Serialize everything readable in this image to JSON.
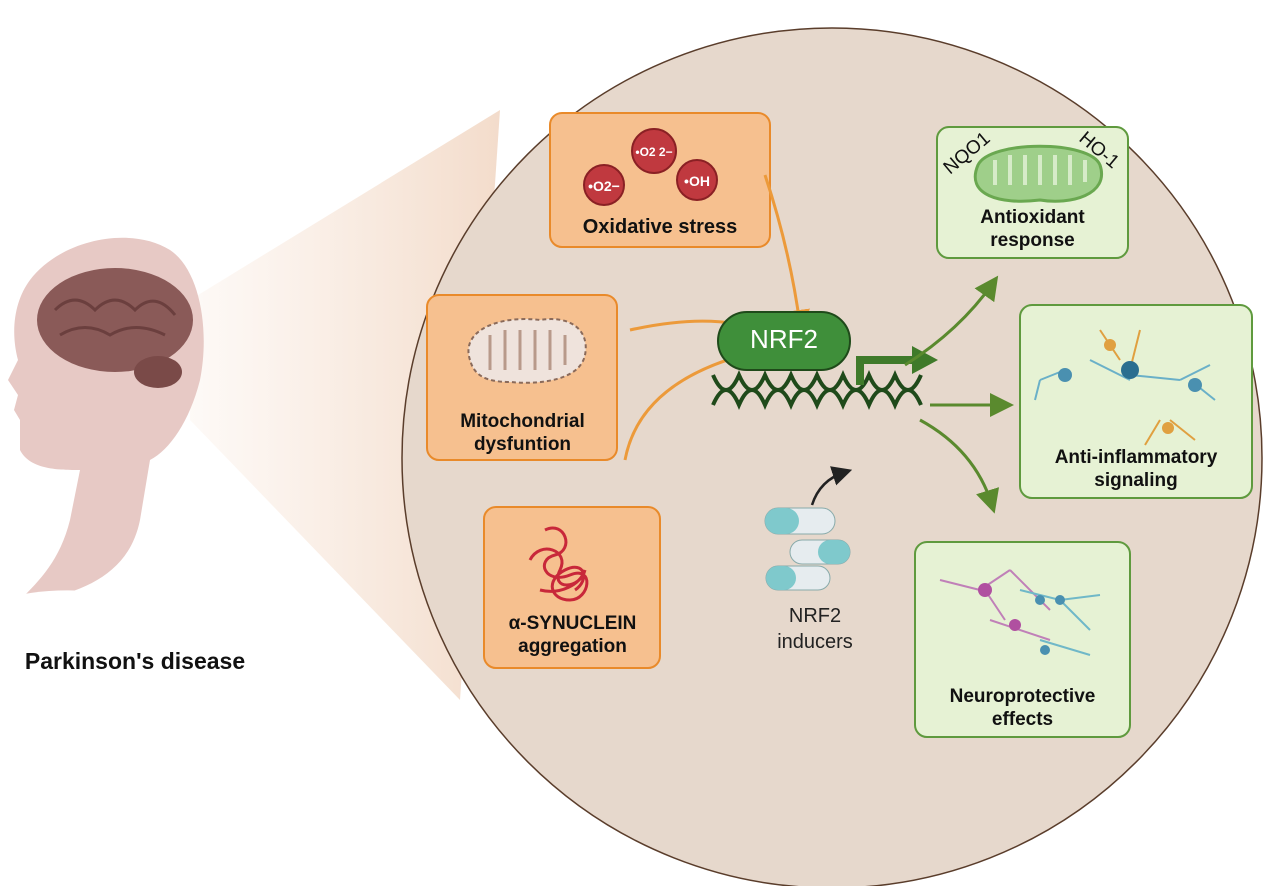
{
  "title": "Parkinson's disease",
  "center": {
    "label": "NRF2",
    "inducers": [
      "NRF2",
      "inducers"
    ]
  },
  "stressors": [
    {
      "label": "Oxidative stress",
      "species": [
        "•O2−",
        "•O2 2−",
        "•OH"
      ]
    },
    {
      "label": "Mitochondrial dysfuntion"
    },
    {
      "label": "α-SYNUCLEIN aggregation"
    }
  ],
  "outcomes": [
    {
      "label": "Antioxidant response",
      "genes": [
        "NQO1",
        "HO-1"
      ]
    },
    {
      "label": "Anti-inflammatory signaling"
    },
    {
      "label": "Neuroprotective effects"
    }
  ],
  "colors": {
    "stress_box": "#f6c08f",
    "stress_border": "#e98a2a",
    "outcome_box": "#e6f2d4",
    "outcome_border": "#5f9a3e",
    "nrf2": "#3f8f3a",
    "circle": "#e6d8cc",
    "orange_arrow": "#ec9a3a",
    "green_arrow": "#5a8a2e"
  }
}
